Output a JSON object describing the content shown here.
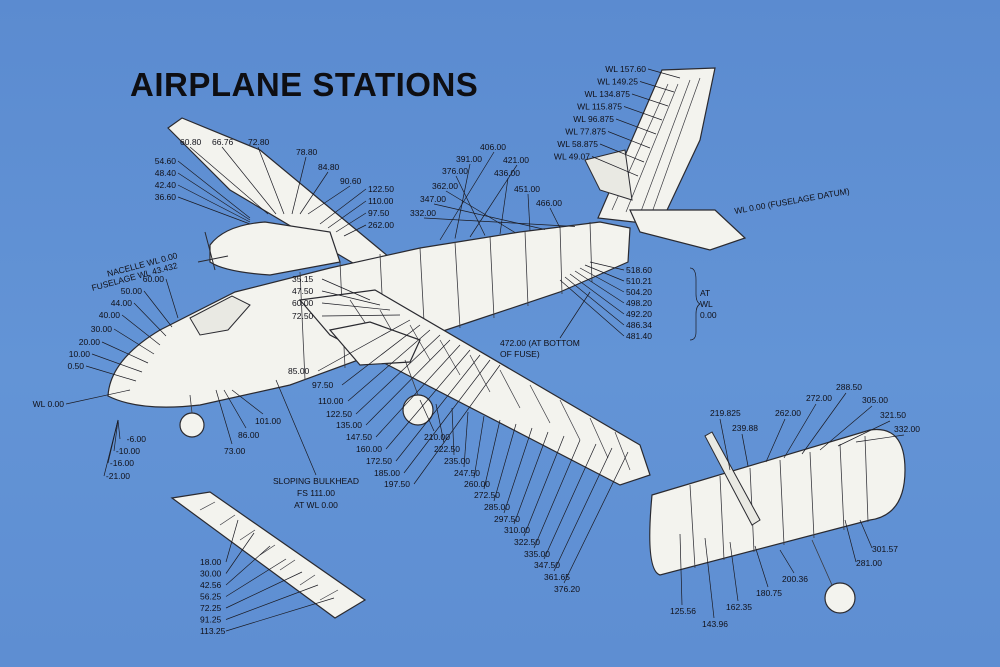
{
  "title": "AIRPLANE STATIONS",
  "groups": {
    "nose": {
      "stations": [
        "60.00",
        "50.00",
        "44.00",
        "40.00",
        "30.00",
        "20.00",
        "10.00",
        "0.50",
        "WL 0.00",
        "-6.00",
        "-10.00",
        "-16.00",
        "-21.00"
      ]
    },
    "nacelle": {
      "note_lines": [
        "NACELLE WL 0.00",
        "FUSELAGE WL 43.432"
      ],
      "left_stations": [
        "54.60",
        "48.40",
        "42.40",
        "36.60"
      ],
      "top_stations": [
        "60.80",
        "66.76",
        "72.80",
        "78.80",
        "84.80",
        "90.60"
      ],
      "right_stations": [
        "122.50",
        "110.00",
        "97.50",
        "262.00"
      ]
    },
    "cabin": {
      "stations": [
        "35.15",
        "47.50",
        "60.00",
        "72.50",
        "85.00",
        "97.50",
        "110.00",
        "122.50",
        "135.00",
        "147.50",
        "160.00",
        "172.50",
        "185.00",
        "197.50"
      ],
      "bottom_stations": [
        "101.00",
        "86.00",
        "73.00"
      ],
      "sloping_bulkhead": [
        "SLOPING BULKHEAD",
        "FS 111.00",
        "AT WL 0.00"
      ]
    },
    "wing": {
      "stations": [
        "210.00",
        "222.50",
        "235.00",
        "247.50",
        "260.00",
        "272.50",
        "285.00",
        "297.50",
        "310.00",
        "322.50",
        "335.00",
        "347.50",
        "361.65",
        "376.20"
      ]
    },
    "fuselage_top": {
      "stations": [
        "406.00",
        "391.00",
        "421.00",
        "376.00",
        "436.00",
        "362.00",
        "451.00",
        "347.00",
        "466.00",
        "332.00"
      ]
    },
    "tail": {
      "waterlines": [
        "WL 157.60",
        "WL 149.25",
        "WL 134.875",
        "WL 115.875",
        "WL 96.875",
        "WL 77.875",
        "WL 58.875",
        "WL 49.07"
      ],
      "datum": "WL 0.00 (FUSELAGE DATUM)"
    },
    "aft": {
      "stations": [
        "518.60",
        "510.21",
        "504.20",
        "498.20",
        "492.20",
        "486.34",
        "481.40"
      ],
      "at_wl": [
        "AT",
        "WL",
        "0.00"
      ],
      "bottom_note": [
        "472.00 (AT BOTTOM",
        "OF FUSE)"
      ]
    },
    "flap": {
      "stations": [
        "18.00",
        "30.00",
        "42.56",
        "56.25",
        "72.25",
        "91.25",
        "113.25"
      ]
    },
    "detail": {
      "top_stations": [
        "219.825",
        "239.88",
        "262.00",
        "272.00",
        "288.50",
        "305.00",
        "321.50",
        "332.00"
      ],
      "right_stations": [
        "301.57",
        "281.00"
      ],
      "bottom_stations": [
        "200.36",
        "180.75",
        "162.35",
        "143.96",
        "125.56"
      ]
    }
  }
}
